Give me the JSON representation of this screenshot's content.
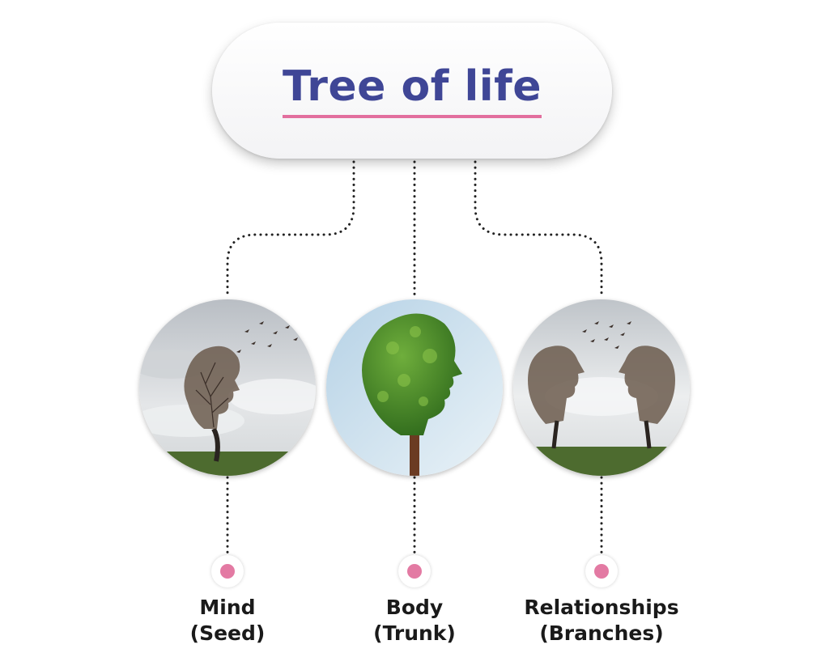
{
  "title": "Tree of life",
  "colors": {
    "title": "#3f4696",
    "underline": "#e26f9e",
    "dot": "#e37aa3",
    "connector": "#222222"
  },
  "branches": [
    {
      "name": "Mind",
      "sub": "(Seed)",
      "image": "bare-tree-head-with-birds-icon"
    },
    {
      "name": "Body",
      "sub": "(Trunk)",
      "image": "green-tree-head-icon"
    },
    {
      "name": "Relationships",
      "sub": "(Branches)",
      "image": "two-bare-tree-heads-facing-icon"
    }
  ]
}
